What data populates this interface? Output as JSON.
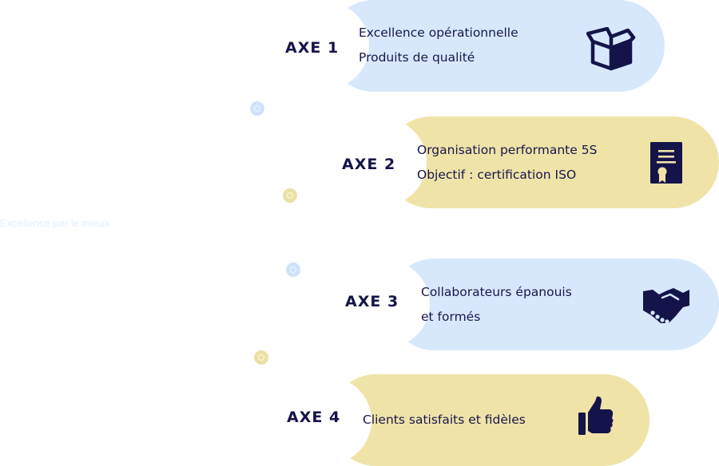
{
  "faint_caption": "Excellence par le mieux",
  "colors": {
    "navy": "#14144a",
    "blue_pill": "#d7e8fc",
    "yellow_pill": "#efe3a8",
    "blue_dot": "#cfe2fb",
    "yellow_dot": "#ebe0a4"
  },
  "axes": [
    {
      "label": "AXE 1",
      "lines": [
        "Excellence opérationnelle",
        "Produits de qualité"
      ],
      "icon": "open-box-icon",
      "color": "blue"
    },
    {
      "label": "AXE 2",
      "lines": [
        "Organisation performante 5S",
        "Objectif : certification ISO"
      ],
      "icon": "certificate-icon",
      "color": "yellow"
    },
    {
      "label": "AXE 3",
      "lines": [
        "Collaborateurs épanouis",
        "et formés"
      ],
      "icon": "handshake-icon",
      "color": "blue"
    },
    {
      "label": "AXE 4",
      "lines": [
        "Clients satisfaits et fidèles"
      ],
      "icon": "thumbs-up-icon",
      "color": "yellow"
    }
  ]
}
